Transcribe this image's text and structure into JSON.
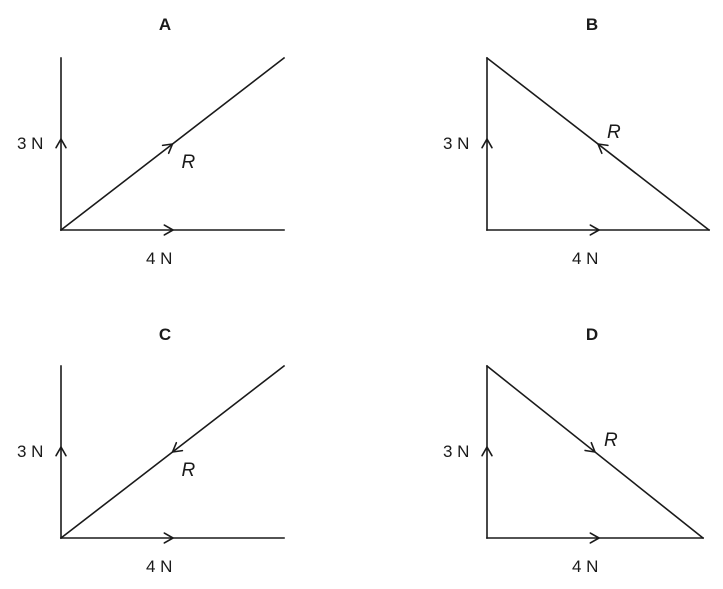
{
  "panels": [
    {
      "title": "A",
      "vertical_label": "3 N",
      "horizontal_label": "4 N",
      "resultant_label": "R",
      "shape": "open-lines",
      "resultant_direction": "up-right"
    },
    {
      "title": "B",
      "vertical_label": "3 N",
      "horizontal_label": "4 N",
      "resultant_label": "R",
      "shape": "closed-triangle",
      "resultant_direction": "up-left"
    },
    {
      "title": "C",
      "vertical_label": "3 N",
      "horizontal_label": "4 N",
      "resultant_label": "R",
      "shape": "open-lines",
      "resultant_direction": "down-left"
    },
    {
      "title": "D",
      "vertical_label": "3 N",
      "horizontal_label": "4 N",
      "resultant_label": "R",
      "shape": "closed-triangle",
      "resultant_direction": "down-right"
    }
  ],
  "colors": {
    "ink": "#1a1a1a",
    "background": "#ffffff"
  }
}
